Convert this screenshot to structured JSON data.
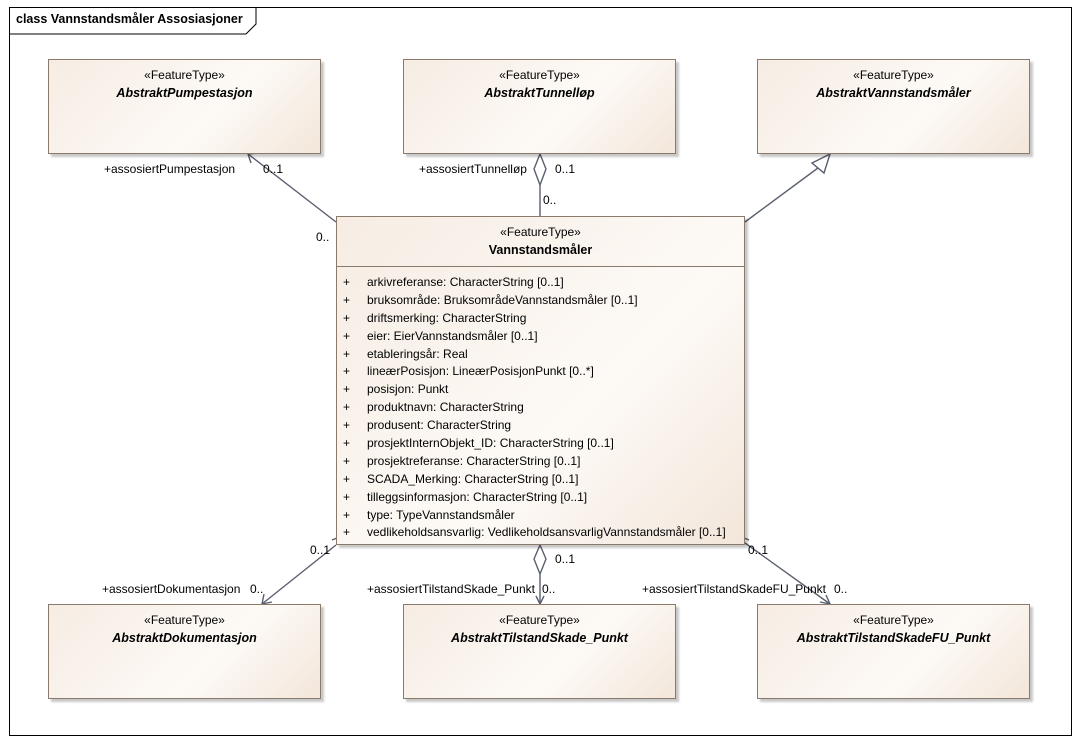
{
  "frame": {
    "title": "class Vannstandsmåler Assosiasjoner"
  },
  "classes": {
    "pumpestasjon": {
      "stereotype": "«FeatureType»",
      "name": "AbstraktPumpestasjon"
    },
    "tunnellop": {
      "stereotype": "«FeatureType»",
      "name": "AbstraktTunnelløp"
    },
    "vannstandsmaler_abstract": {
      "stereotype": "«FeatureType»",
      "name": "AbstraktVannstandsmåler"
    },
    "main": {
      "stereotype": "«FeatureType»",
      "name": "Vannstandsmåler",
      "attributes": [
        {
          "vis": "+",
          "text": "arkivreferanse: CharacterString [0..1]"
        },
        {
          "vis": "+",
          "text": "bruksområde: BruksområdeVannstandsmåler [0..1]"
        },
        {
          "vis": "+",
          "text": "driftsmerking: CharacterString"
        },
        {
          "vis": "+",
          "text": "eier: EierVannstandsmåler [0..1]"
        },
        {
          "vis": "+",
          "text": "etableringsår: Real"
        },
        {
          "vis": "+",
          "text": "lineærPosisjon: LineærPosisjonPunkt [0..*]"
        },
        {
          "vis": "+",
          "text": "posisjon: Punkt"
        },
        {
          "vis": "+",
          "text": "produktnavn: CharacterString"
        },
        {
          "vis": "+",
          "text": "produsent: CharacterString"
        },
        {
          "vis": "+",
          "text": "prosjektInternObjekt_ID: CharacterString [0..1]"
        },
        {
          "vis": "+",
          "text": "prosjektreferanse: CharacterString [0..1]"
        },
        {
          "vis": "+",
          "text": "SCADA_Merking: CharacterString [0..1]"
        },
        {
          "vis": "+",
          "text": "tilleggsinformasjon: CharacterString [0..1]"
        },
        {
          "vis": "+",
          "text": "type: TypeVannstandsmåler"
        },
        {
          "vis": "+",
          "text": "vedlikeholdsansvarlig: VedlikeholdsansvarligVannstandsmåler [0..1]"
        }
      ]
    },
    "dokumentasjon": {
      "stereotype": "«FeatureType»",
      "name": "AbstraktDokumentasjon"
    },
    "tilstandskade": {
      "stereotype": "«FeatureType»",
      "name": "AbstraktTilstandSkade_Punkt"
    },
    "tilstandskadefu": {
      "stereotype": "«FeatureType»",
      "name": "AbstraktTilstandSkadeFU_Punkt"
    }
  },
  "labels": {
    "pump_role": "+assosiertPumpestasjon",
    "pump_mult": "0..1",
    "pump_src_mult": "0..",
    "tunnel_role": "+assosiertTunnelløp",
    "tunnel_mult": "0..1",
    "tunnel_src_mult": "0..",
    "dok_mult_src": "0..1",
    "dok_role": "+assosiertDokumentasjon",
    "dok_mult": "0..",
    "skade_mult_src": "0..1",
    "skade_role": "+assosiertTilstandSkade_Punkt",
    "skade_mult": "0..",
    "skadefu_mult_src": "0..1",
    "skadefu_role": "+assosiertTilstandSkadeFU_Punkt",
    "skadefu_mult": "0.."
  },
  "colors": {
    "box_border": "#8a7a6c",
    "line": "#5a5f6e",
    "box_fill": "#f6ece3"
  }
}
